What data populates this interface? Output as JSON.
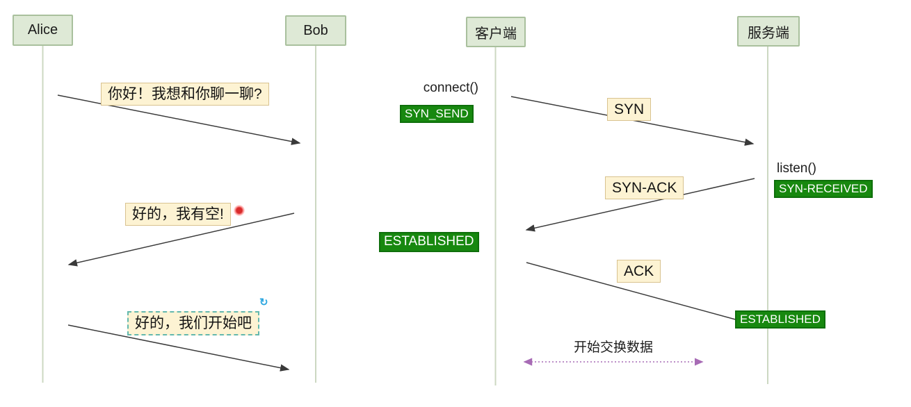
{
  "left_diagram": {
    "actors": {
      "alice": "Alice",
      "bob": "Bob"
    },
    "messages": [
      "你好！我想和你聊一聊?",
      "好的，我有空!",
      "好的，我们开始吧"
    ]
  },
  "right_diagram": {
    "actors": {
      "client": "客户端",
      "server": "服务端"
    },
    "client_call": "connect()",
    "client_state_1": "SYN_SEND",
    "client_state_2": "ESTABLISHED",
    "server_call": "listen()",
    "server_state_1": "SYN-RECEIVED",
    "server_state_2": "ESTABLISHED",
    "packets": [
      "SYN",
      "SYN-ACK",
      "ACK"
    ],
    "data_exchange": "开始交换数据"
  },
  "icons": {
    "sync_glyph": "↻"
  },
  "colors": {
    "actor_fill": "#dee9d6",
    "actor_border": "#a9c09d",
    "label_fill": "#fdf3d3",
    "label_border": "#d8c28f",
    "state_green": "#17880f",
    "arrow_gray": "#3a3a3a",
    "lifeline_green": "#ccd8c2",
    "data_arrow_purple": "#a76bb5",
    "selection_teal": "#63b8ad",
    "laser_red": "#d92b2b",
    "sync_blue": "#2ea7e0"
  }
}
